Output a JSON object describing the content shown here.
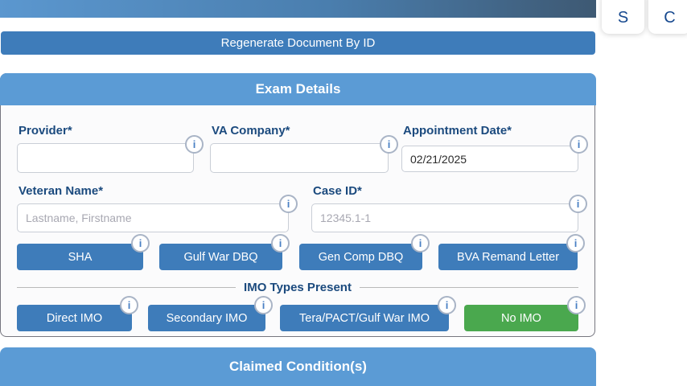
{
  "top_bar": {
    "gradient_left": "#5b97cf",
    "gradient_right": "#3e5973"
  },
  "floating_buttons": {
    "s": "S",
    "c": "C"
  },
  "regenerate_button": {
    "label": "Regenerate Document By ID"
  },
  "exam_details": {
    "title": "Exam Details",
    "info_icon": "i",
    "fields": {
      "provider": {
        "label": "Provider*",
        "value": "",
        "placeholder": ""
      },
      "va_company": {
        "label": "VA Company*",
        "value": "",
        "placeholder": ""
      },
      "appointment_date": {
        "label": "Appointment Date*",
        "value": "02/21/2025",
        "placeholder": ""
      },
      "veteran_name": {
        "label": "Veteran Name*",
        "value": "",
        "placeholder": "Lastname, Firstname"
      },
      "case_id": {
        "label": "Case ID*",
        "value": "",
        "placeholder": "12345.1-1"
      }
    },
    "document_buttons": {
      "sha": "SHA",
      "gulf_war_dbq": "Gulf War DBQ",
      "gen_comp_dbq": "Gen Comp DBQ",
      "bva_remand_letter": "BVA Remand Letter"
    },
    "imo_section_label": "IMO Types Present",
    "imo_buttons": {
      "direct": {
        "label": "Direct IMO",
        "color": "#3e7cba"
      },
      "secondary": {
        "label": "Secondary IMO",
        "color": "#3e7cba"
      },
      "tera_pact_gulf_war": {
        "label": "Tera/PACT/Gulf War IMO",
        "color": "#3e7cba"
      },
      "no_imo": {
        "label": "No IMO",
        "color": "#4aa84e"
      }
    }
  },
  "claimed_conditions": {
    "title": "Claimed Condition(s)"
  },
  "colors": {
    "header_blue": "#5b9bd5",
    "button_blue": "#3e7cba",
    "button_green": "#4aa84e",
    "label_navy": "#1b4a7e",
    "panel_border": "#76767f",
    "info_badge_border": "#a9b4c6"
  }
}
